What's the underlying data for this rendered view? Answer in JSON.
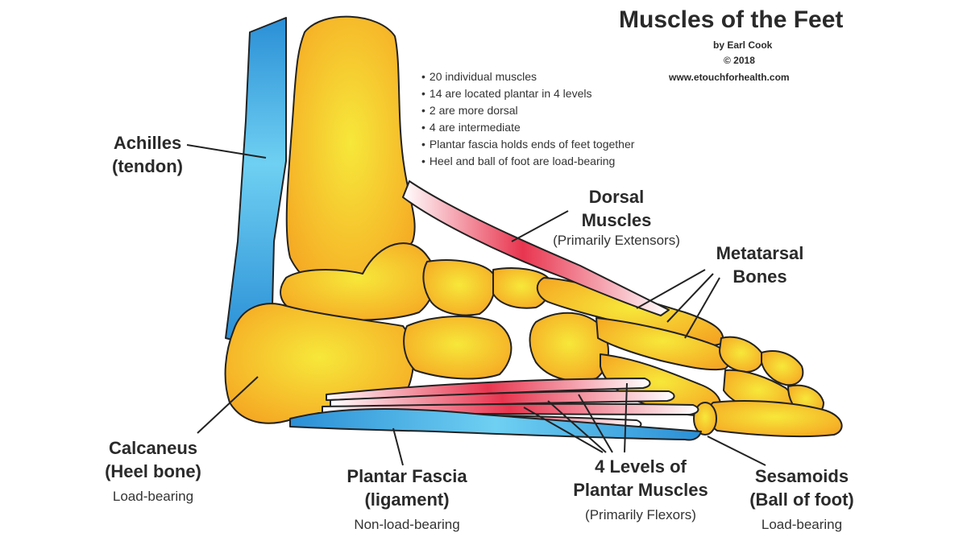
{
  "title": "Muscles of the Feet",
  "byline": {
    "author": "by Earl Cook",
    "copyright": "© 2018",
    "website": "www.etouchforhealth.com"
  },
  "facts": [
    "20 individual muscles",
    "14 are located plantar in 4 levels",
    "2 are more dorsal",
    "4 are intermediate",
    "Plantar fascia holds ends of feet together",
    "Heel and ball of foot are load-bearing"
  ],
  "labels": {
    "achilles": {
      "line1": "Achilles",
      "line2": "(tendon)"
    },
    "dorsal": {
      "line1": "Dorsal",
      "line2": "Muscles",
      "note": "(Primarily Extensors)"
    },
    "metatarsal": {
      "line1": "Metatarsal",
      "line2": "Bones"
    },
    "calcaneus": {
      "line1": "Calcaneus",
      "line2": "(Heel bone)",
      "note": "Load-bearing"
    },
    "plantar_fascia": {
      "line1": "Plantar Fascia",
      "line2": "(ligament)",
      "note": "Non-load-bearing"
    },
    "plantar_muscles": {
      "line1": "4 Levels of",
      "line2": "Plantar Muscles",
      "note": "(Primarily Flexors)"
    },
    "sesamoids": {
      "line1": "Sesamoids",
      "line2": "(Ball of foot)",
      "note": "Load-bearing"
    }
  },
  "colors": {
    "bone_center": "#f7e83a",
    "bone_edge": "#f5a623",
    "tendon_light": "#5cc8ef",
    "tendon_dark": "#2a8fd6",
    "muscle_red": "#e8354f",
    "outline": "#222222"
  }
}
